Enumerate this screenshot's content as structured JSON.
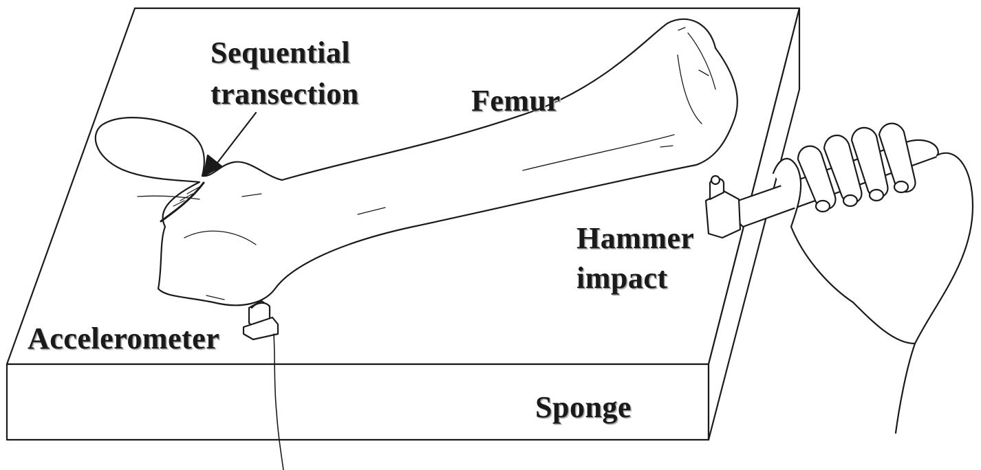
{
  "labels": {
    "sequential_transection_line1": "Sequential",
    "sequential_transection_line2": "transection",
    "femur": "Femur",
    "hammer_impact_line1": "Hammer",
    "hammer_impact_line2": "impact",
    "accelerometer": "Accelerometer",
    "sponge": "Sponge"
  },
  "colors": {
    "stroke": "#1a1a1a",
    "background": "#ffffff"
  }
}
